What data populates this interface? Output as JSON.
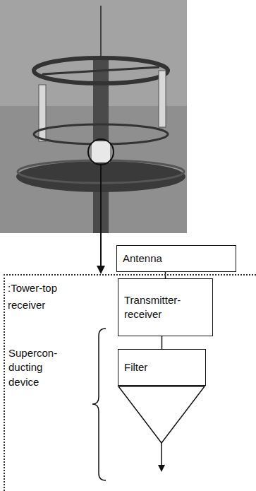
{
  "diagram": {
    "nodes": [
      {
        "text": [
          "Antenna"
        ]
      },
      {
        "text": [
          ":Tower-top receiver"
        ]
      },
      {
        "text": [
          "Transmitter-receiver"
        ],
        "in": 1
      },
      {
        "text": [
          "Filter"
        ],
        "in": 1
      }
    ],
    "edges": [
      {
        "from": 0,
        "to": 2,
        "arrow": "none"
      },
      {
        "from": 2,
        "to": 3,
        "arrow": "none"
      }
    ],
    "labels": [
      "Supercon- ducting device"
    ]
  }
}
